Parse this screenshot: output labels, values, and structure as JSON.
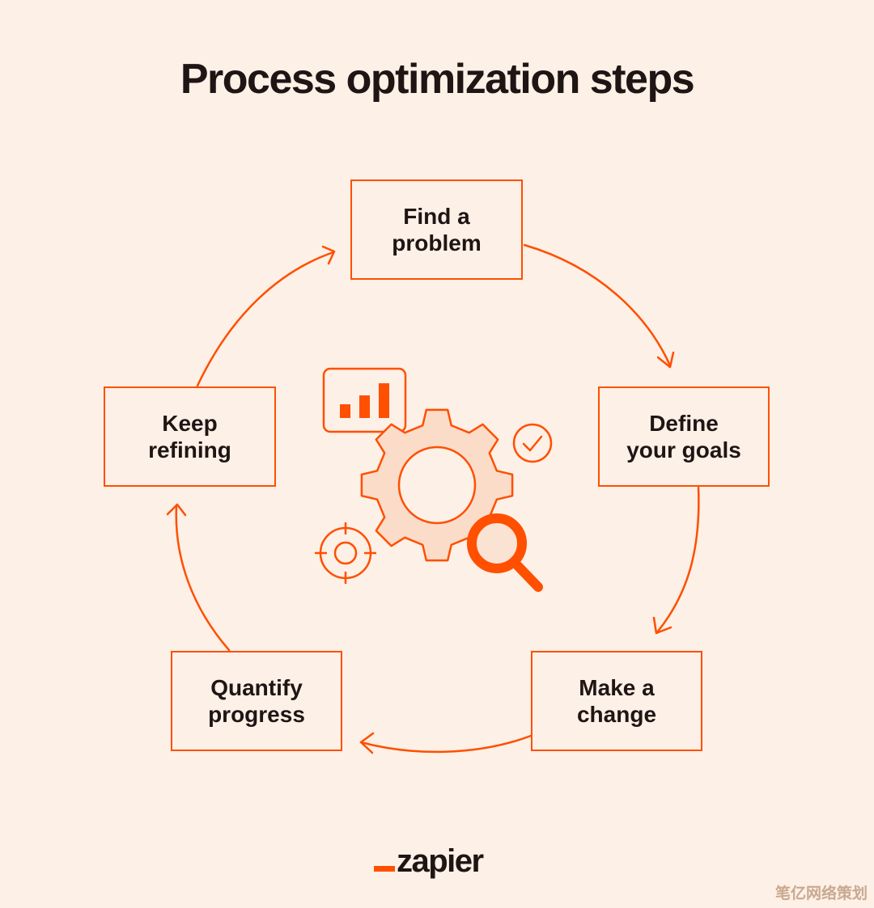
{
  "title": "Process optimization steps",
  "steps": [
    {
      "label": "Find a\nproblem"
    },
    {
      "label": "Define\nyour goals"
    },
    {
      "label": "Make a\nchange"
    },
    {
      "label": "Quantify\nprogress"
    },
    {
      "label": "Keep\nrefining"
    }
  ],
  "icons": {
    "center": "gear-icon",
    "chart": "bar-chart-icon",
    "check": "checkmark-circle-icon",
    "target": "crosshair-target-icon",
    "search": "magnifying-glass-icon"
  },
  "logo": {
    "text": "zapier"
  },
  "watermark": "笔亿网络策划",
  "colors": {
    "accent": "#ff4f00",
    "background": "#fdf0e6",
    "text": "#201515"
  }
}
